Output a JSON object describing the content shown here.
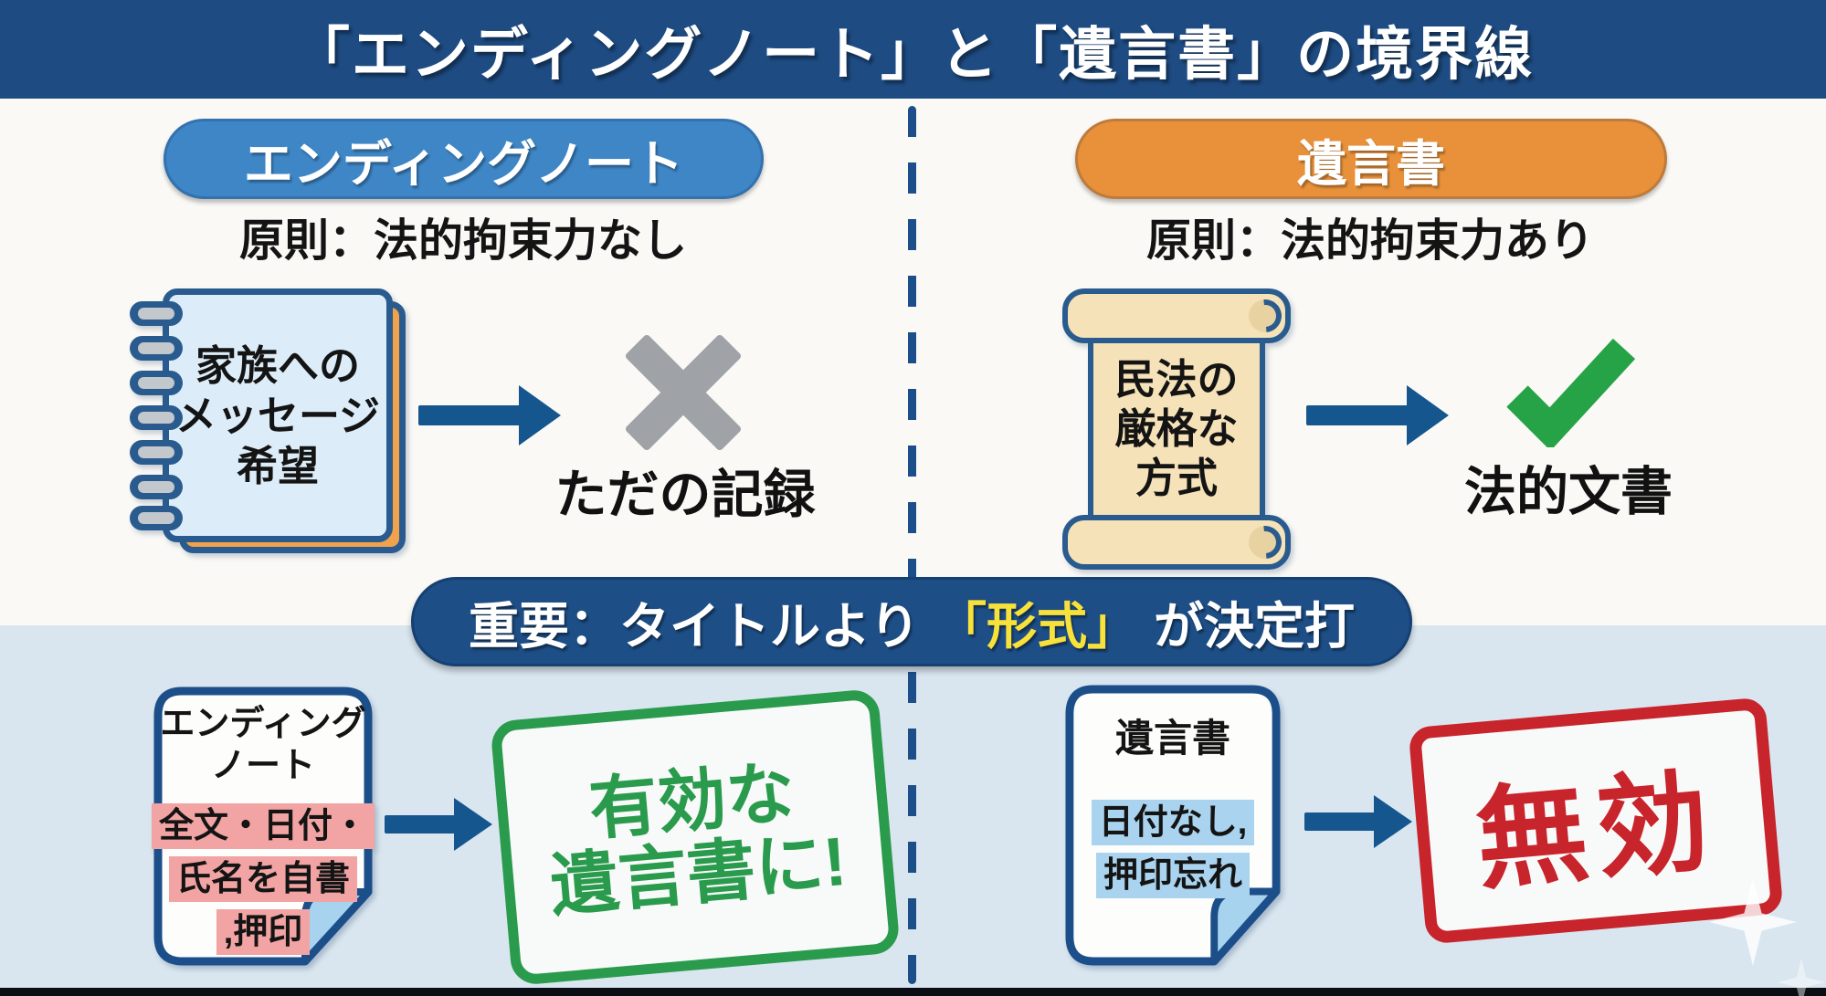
{
  "header": {
    "title": "「エンディングノート」と「遺言書」の境界線"
  },
  "left_column": {
    "pill_label": "エンディングノート",
    "principle": "原則：法的拘束力なし",
    "notebook_lines": [
      "家族への",
      "メッセージ",
      "希望"
    ],
    "result_icon": "x-mark",
    "result_label": "ただの記録"
  },
  "right_column": {
    "pill_label": "遺言書",
    "principle": "原則：法的拘束力あり",
    "scroll_lines": [
      "民法の",
      "厳格な",
      "方式"
    ],
    "result_icon": "checkmark",
    "result_label": "法的文書"
  },
  "banner": {
    "prefix": "重要：タイトルより",
    "highlight": "「形式」",
    "suffix": "が決定打"
  },
  "bottom_left": {
    "doc_title_lines": [
      "エンディング",
      "ノート"
    ],
    "doc_marked_lines": [
      "全文・日付・",
      "氏名を自書",
      ",押印"
    ],
    "stamp_lines": [
      "有効な",
      "遺言書に!"
    ]
  },
  "bottom_right": {
    "doc_title": "遺言書",
    "doc_marked_lines": [
      "日付なし,",
      "押印忘れ"
    ],
    "stamp_text": "無効"
  },
  "icons": {
    "left_result": "x-mark",
    "right_result": "checkmark",
    "arrows": "arrow-right",
    "left_item": "spiral-notebook",
    "right_item": "paper-scroll",
    "bottom_items": "document-folded-corner",
    "decoration": "four-point-sparkle"
  },
  "colors": {
    "header_navy": "#1d4b82",
    "banner_navy": "#1d4e86",
    "blue_pill": "#3e86c6",
    "orange_pill": "#e8913a",
    "arrow_blue": "#15568f",
    "x_gray": "#9fa3a7",
    "check_green": "#27a347",
    "stamp_green": "#2a9b4d",
    "stamp_red": "#c8242b",
    "highlight_yellow": "#f7e13a",
    "pink_marker": "#f2a3a3",
    "blue_marker": "#a9d3ee",
    "top_background": "#faf9f6",
    "bottom_background": "#d9e6ef"
  }
}
